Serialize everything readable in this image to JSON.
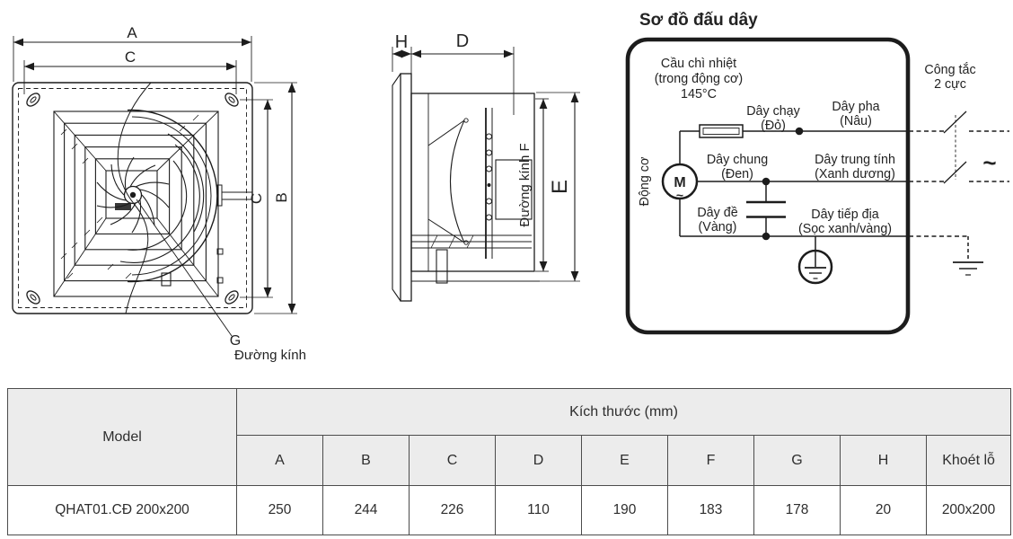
{
  "front_view": {
    "labels": {
      "a": "A",
      "c_top": "C",
      "c_right": "C",
      "b": "B",
      "g": "G",
      "diameter": "Đường kính"
    }
  },
  "side_view": {
    "labels": {
      "h": "H",
      "d": "D",
      "f": "Đường kính F",
      "e": "E"
    }
  },
  "wiring_diagram": {
    "title": "Sơ đồ đấu dây",
    "thermal_fuse": {
      "line1": "Cầu chì nhiệt",
      "line2": "(trong động cơ)",
      "line3": "145°C"
    },
    "run_wire": {
      "line1": "Dây chạy",
      "line2": "(Đỏ)"
    },
    "phase_wire": {
      "line1": "Dây pha",
      "line2": "(Nâu)"
    },
    "switch": {
      "line1": "Công tắc",
      "line2": "2 cực"
    },
    "motor": {
      "label": "Động cơ",
      "symbol": "M",
      "ac": "~"
    },
    "common_wire": {
      "line1": "Dây chung",
      "line2": "(Đen)"
    },
    "neutral_wire": {
      "line1": "Dây trung tính",
      "line2": "(Xanh dương)"
    },
    "start_wire": {
      "line1": "Dây đề",
      "line2": "(Vàng)"
    },
    "ground_wire": {
      "line1": "Dây tiếp địa",
      "line2": "(Sọc xanh/vàng)"
    },
    "source_symbol": "~"
  },
  "table": {
    "model_header": "Model",
    "size_header": "Kích thước (mm)",
    "columns": [
      "A",
      "B",
      "C",
      "D",
      "E",
      "F",
      "G",
      "H",
      "Khoét lỗ"
    ],
    "rows": [
      {
        "model": "QHAT01.CĐ 200x200",
        "values": [
          "250",
          "244",
          "226",
          "110",
          "190",
          "183",
          "178",
          "20",
          "200x200"
        ]
      }
    ]
  },
  "colors": {
    "line": "#1c1c1c",
    "table_border": "#4c4c4c",
    "header_bg": "#ececec",
    "text": "#2e2e2e"
  }
}
